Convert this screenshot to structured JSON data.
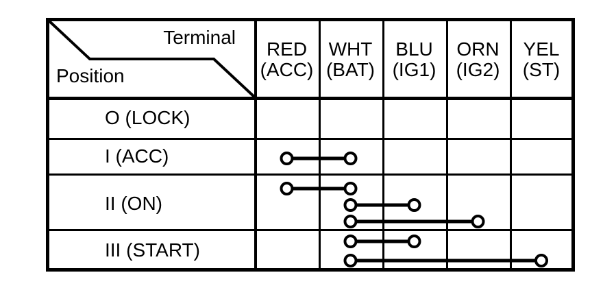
{
  "table": {
    "corner": {
      "top_right_label": "Terminal",
      "bottom_left_label": "Position"
    },
    "columns": [
      {
        "name": "RED",
        "sub": "(ACC)"
      },
      {
        "name": "WHT",
        "sub": "(BAT)"
      },
      {
        "name": "BLU",
        "sub": "(IG1)"
      },
      {
        "name": "ORN",
        "sub": "(IG2)"
      },
      {
        "name": "YEL",
        "sub": "(ST)"
      }
    ],
    "rows": [
      {
        "label": "O (LOCK)",
        "connections": []
      },
      {
        "label": "I (ACC)",
        "connections": [
          [
            "RED",
            "WHT"
          ]
        ]
      },
      {
        "label": "II (ON)",
        "connections": [
          [
            "RED",
            "WHT"
          ],
          [
            "WHT",
            "BLU"
          ],
          [
            "WHT",
            "ORN"
          ]
        ]
      },
      {
        "label": "III (START)",
        "connections": [
          [
            "WHT",
            "BLU"
          ],
          [
            "WHT",
            "YEL"
          ]
        ]
      }
    ],
    "colors": {
      "ink": "#000000",
      "paper": "#ffffff"
    }
  }
}
